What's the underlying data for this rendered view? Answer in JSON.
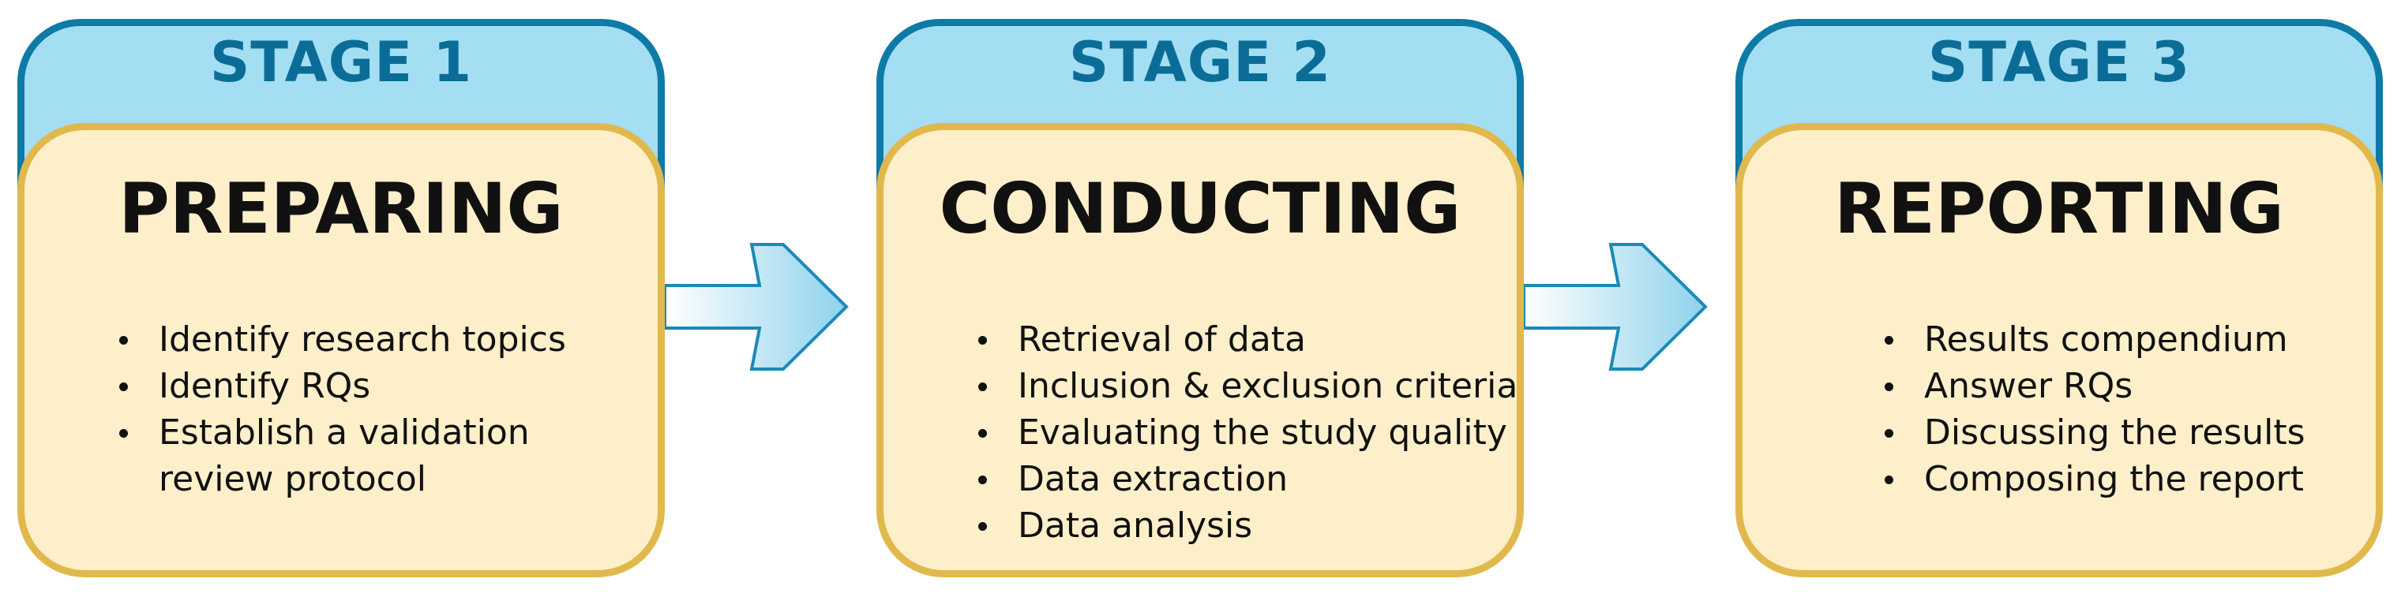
{
  "colors": {
    "tab_fill": "#a3def3",
    "tab_border": "#0e7aa6",
    "tab_text": "#0b6d97",
    "box_fill": "#fdefc9",
    "box_border": "#e1b84c",
    "arrow_fill_start": "#ffffff",
    "arrow_fill_end": "#8fd2ec",
    "arrow_border": "#1a8ab8"
  },
  "stages": [
    {
      "stage_label": "STAGE 1",
      "title": "PREPARING",
      "items": [
        "Identify research topics",
        "Identify RQs",
        "Establish a validation review protocol"
      ]
    },
    {
      "stage_label": "STAGE 2",
      "title": "CONDUCTING",
      "items": [
        "Retrieval of data",
        "Inclusion & exclusion criteria",
        "Evaluating the study quality",
        "Data extraction",
        "Data analysis"
      ]
    },
    {
      "stage_label": "STAGE 3",
      "title": "REPORTING",
      "items": [
        "Results compendium",
        "Answer RQs",
        "Discussing the results",
        "Composing the report"
      ]
    }
  ]
}
